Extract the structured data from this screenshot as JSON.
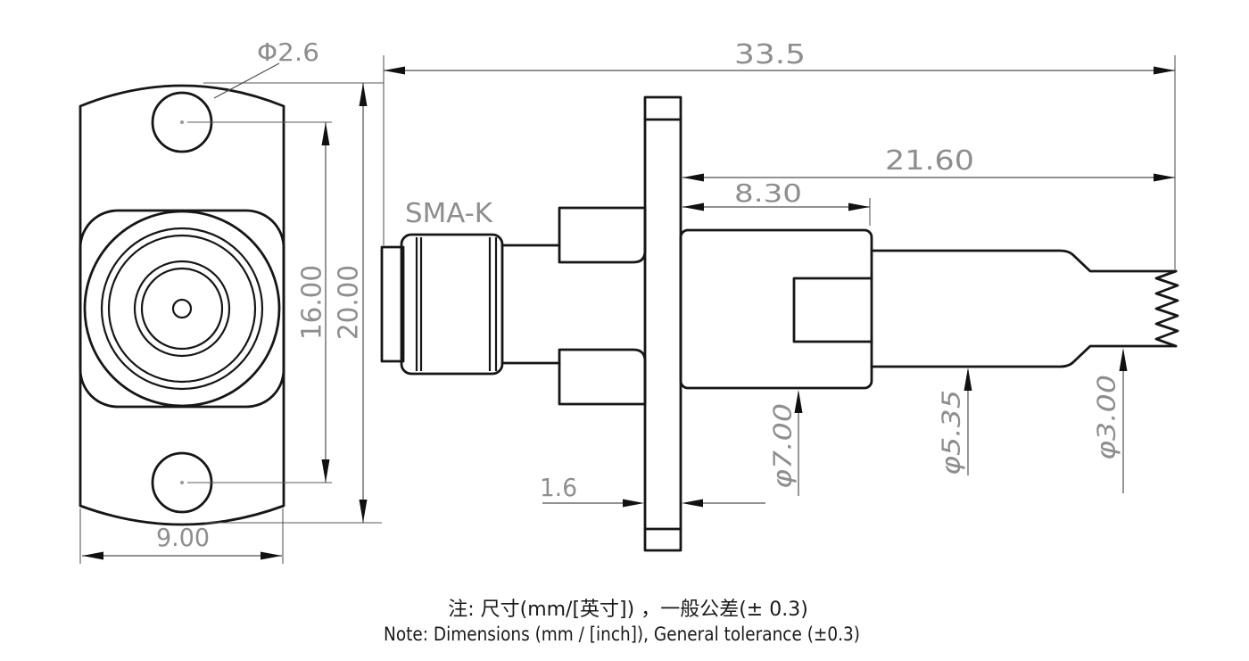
{
  "drawing": {
    "front_view": {
      "hole_diameter": "Φ2.6",
      "hole_spacing": "16.00",
      "height": "20.00",
      "width": "9.00"
    },
    "side_view": {
      "connector_label": "SMA-K",
      "overall_length": "33.5",
      "rear_length": "21.60",
      "body_length": "8.30",
      "flange_thickness": "1.6",
      "body_diameter": "φ7.00",
      "shaft_diameter": "φ5.35",
      "cable_diameter": "φ3.00"
    },
    "notes": {
      "chinese": "注: 尺寸(mm/[英寸]) ，一般公差(± 0.3)",
      "english": "Note: Dimensions (mm / [inch]), General tolerance (±0.3)"
    },
    "colors": {
      "object_line": "#161616",
      "dimension_line": "#4f4f4f",
      "dimension_text": "#8e8e8e",
      "note_text": "#1a1a1a",
      "background": "#ffffff"
    }
  }
}
